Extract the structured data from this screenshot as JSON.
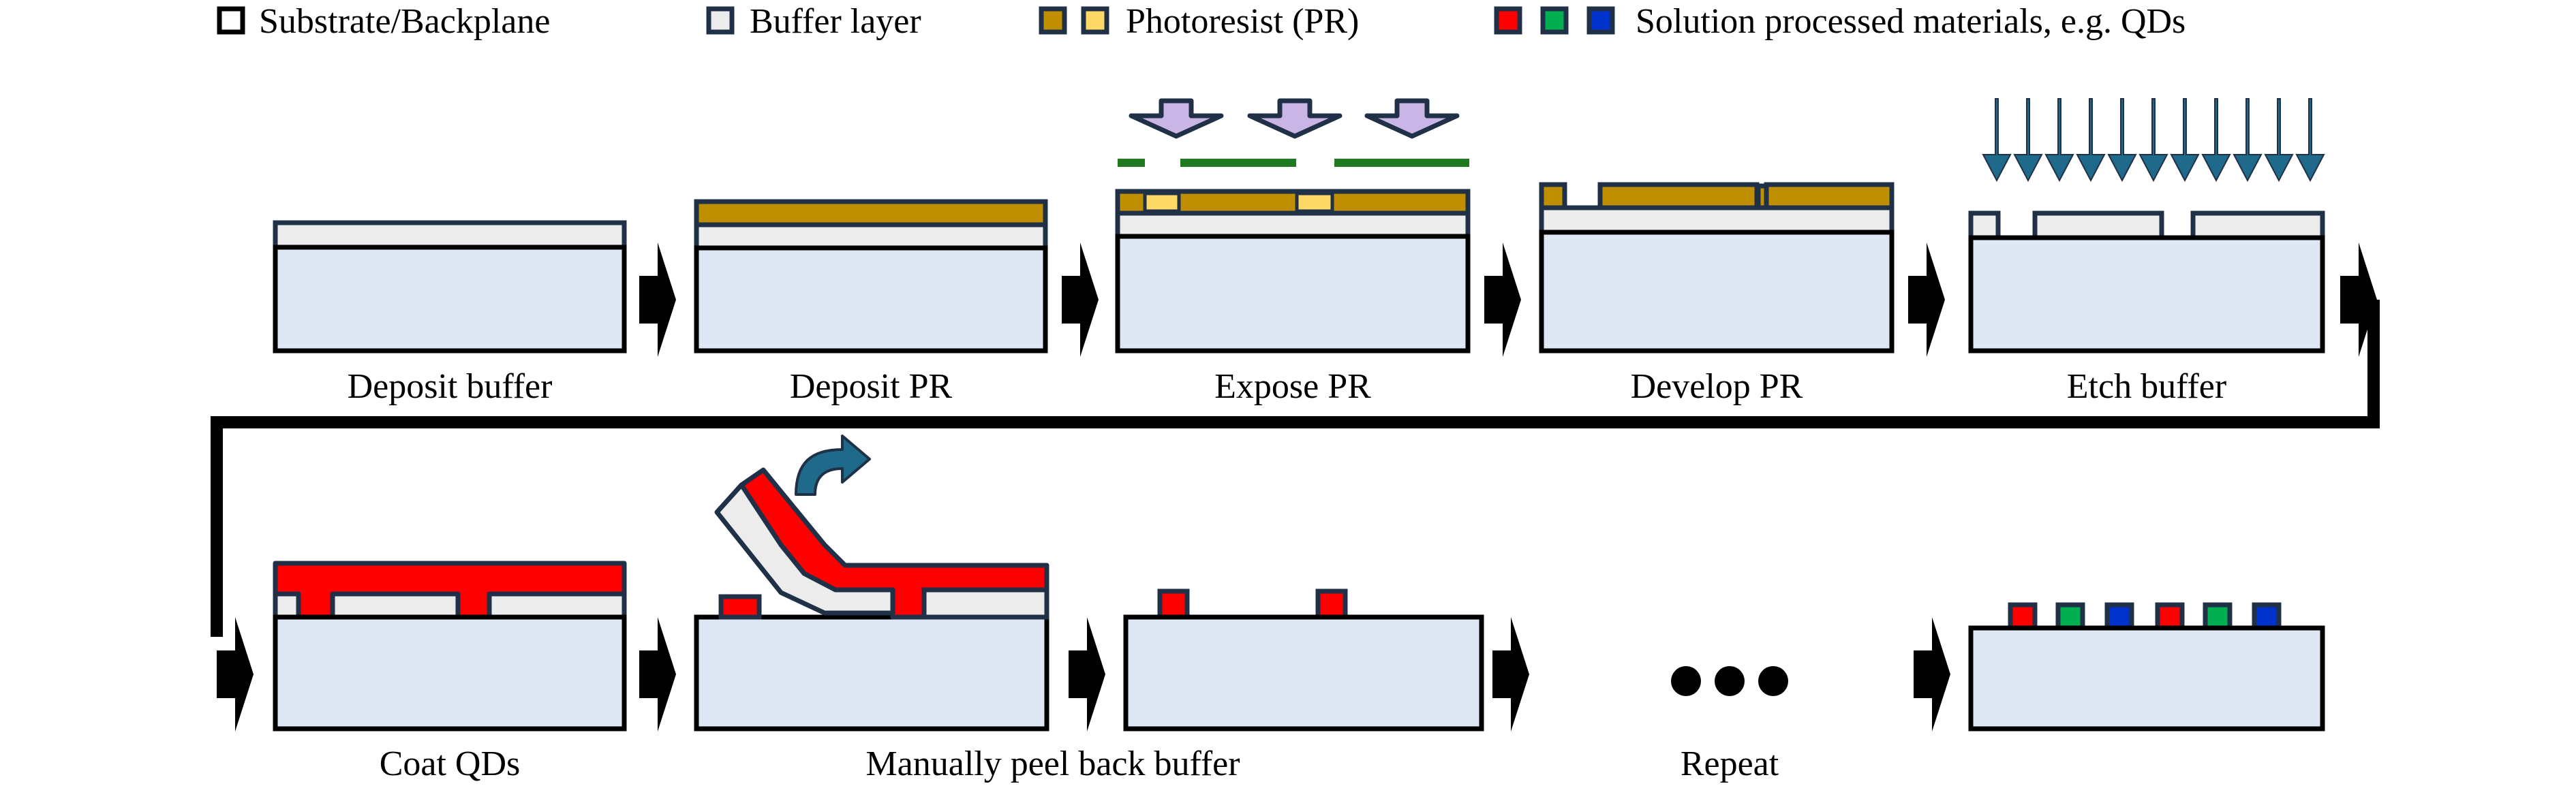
{
  "legend": {
    "substrate": "Substrate/Backplane",
    "buffer": "Buffer layer",
    "photoresist": "Photoresist (PR)",
    "solution": "Solution processed materials, e.g. QDs"
  },
  "steps": [
    "Deposit buffer",
    "Deposit PR",
    "Expose PR",
    "Develop PR",
    "Etch buffer",
    "Coat QDs",
    "Manually peel back buffer",
    "Repeat"
  ],
  "colors": {
    "substrate": "#dde8f4",
    "buffer": "#ececec",
    "photoresist": "#bf8f00",
    "photoresist_exposed": "#ffd966",
    "red": "#ff0000",
    "green": "#00b050",
    "blue": "#0033cc",
    "outline": "#1f3047",
    "light_arrow": "#c9b5e6",
    "mask": "#1f7a1f",
    "etch_arrow": "#1f6a8a"
  }
}
